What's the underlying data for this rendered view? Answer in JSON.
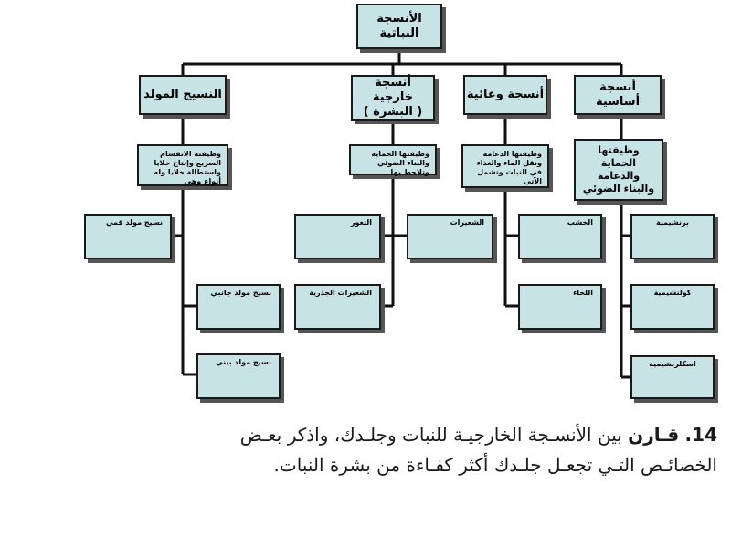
{
  "diagram": {
    "root": "الأنسجة النباتية",
    "branches": {
      "meristem": {
        "title": "النسيج المولد",
        "description": "وظيفته الانقسام السريع وإنتاج خلايا واستطالة خلايا وله أنواع وهي",
        "items": [
          "نسيج مولد قمي",
          "نسيج مولد جانبي",
          "نسيج مولد بيني"
        ]
      },
      "dermal": {
        "title_line1": "أنسجة خارجية",
        "title_line2": "( البشرة )",
        "description": "وظيفتها الحماية والبناء الضوئي وتلاحظ بها",
        "items": [
          "الثغور",
          "الشعيرات",
          "الشعيرات الجذرية"
        ]
      },
      "vascular": {
        "title": "أنسجة وعائية",
        "description": "وظيفتها الدعامة ونقل الماء والغذاء في النبات وتشمل الآتي",
        "items": [
          "الخشب",
          "اللحاء"
        ]
      },
      "ground": {
        "title": "أنسجة أساسية",
        "description": "وظيفتها الحماية والدعامة والبناء الضوئي",
        "items": [
          "برنشيمية",
          "كولنشيمية",
          "اسكلرنشيمية"
        ]
      }
    }
  },
  "question": {
    "number": "14.",
    "verb": "قـارن",
    "text": "بين الأنسـجة الخارجيـة للنبات وجلـدك، واذكر بعـض الخصائـص التـي تجعـل جلـدك أكثر كفـاءة من بشرة النبات."
  }
}
